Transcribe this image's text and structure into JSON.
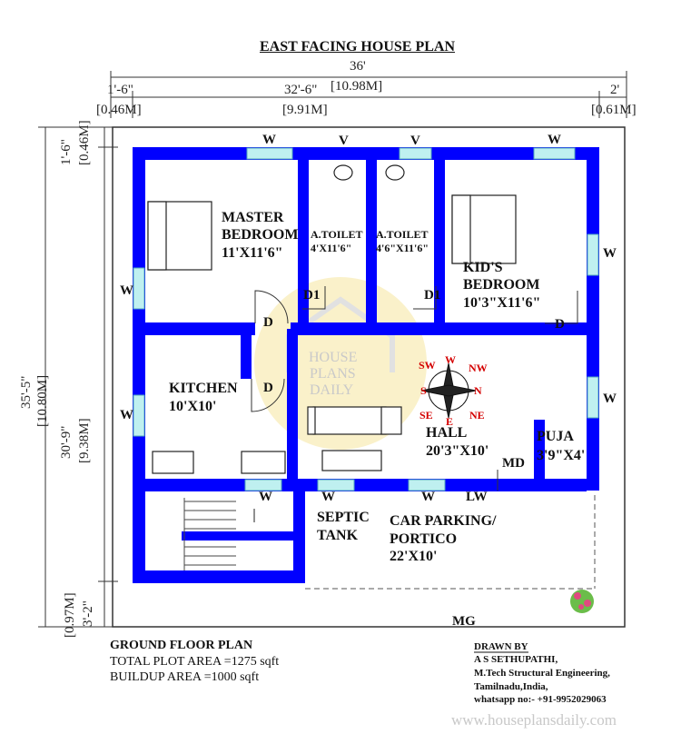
{
  "title": "EAST FACING HOUSE PLAN",
  "dimensions": {
    "overall_width": "36'",
    "overall_width_m": "[10.98M]",
    "left_setback": "1'-6\"",
    "left_setback_m": "[0.46M]",
    "built_width": "32'-6\"",
    "built_width_m": "[9.91M]",
    "right_setback": "2'",
    "right_setback_m": "[0.61M]",
    "overall_depth": "35'-5\"",
    "overall_depth_m": "[10.80M]",
    "top_setback": "1'-6\"",
    "top_setback_m": "[0.46M]",
    "built_depth": "30'-9\"",
    "built_depth_m": "[9.38M]",
    "bottom_setback": "3'-2\"",
    "bottom_setback_m": "[0.97M]"
  },
  "rooms": {
    "master_bedroom": {
      "line1": "MASTER",
      "line2": "BEDROOM",
      "size": "11'X11'6\""
    },
    "toilet_1": {
      "name": "A.TOILET",
      "size": "4'X11'6\""
    },
    "toilet_2": {
      "name": "A.TOILET",
      "size": "4'6\"X11'6\""
    },
    "kids_bedroom": {
      "line1": "KID'S",
      "line2": "BEDROOM",
      "size": "10'3\"X11'6\""
    },
    "kitchen": {
      "name": "KITCHEN",
      "size": "10'X10'"
    },
    "hall": {
      "name": "HALL",
      "size": "20'3\"X10'"
    },
    "puja": {
      "name": "PUJA",
      "size": "3'9\"X4'"
    },
    "septic": {
      "line1": "SEPTIC",
      "line2": "TANK"
    },
    "parking": {
      "line1": "CAR PARKING/",
      "line2": "PORTICO",
      "size": "22'X10'"
    }
  },
  "openings": {
    "window": "W",
    "ventilator": "V",
    "door": "D",
    "door_1": "D1",
    "main_door": "MD",
    "louvered_window": "LW",
    "main_gate": "MG"
  },
  "compass": {
    "n": "N",
    "s": "S",
    "e": "E",
    "w": "W",
    "ne": "NE",
    "nw": "NW",
    "se": "SE",
    "sw": "SW"
  },
  "watermark": {
    "line1": "HOUSE",
    "line2": "PLANS",
    "line3": "DAILY"
  },
  "footer": {
    "heading": "GROUND FLOOR PLAN",
    "plot_area": "TOTAL PLOT AREA =1275 sqft",
    "buildup_area": "BUILDUP AREA =1000 sqft"
  },
  "credits": {
    "drawn_by": "DRAWN BY",
    "name": "A S SETHUPATHI,",
    "qualification": "M.Tech Structural Engineering,",
    "location": "Tamilnadu,India,",
    "contact": "whatsapp no:- +91-9952029063"
  },
  "website": "www.houseplansdaily.com",
  "colors": {
    "wall": "#0000ff",
    "window": "#7fd9d9",
    "compass": "#d40000",
    "watermark": "#f3dc7a"
  }
}
